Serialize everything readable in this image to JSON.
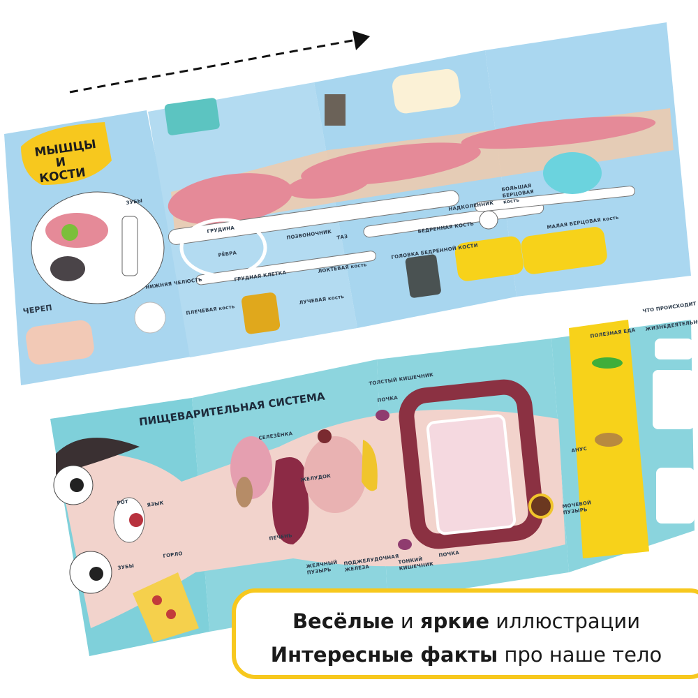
{
  "colors": {
    "page_blue": "#a9d6ef",
    "teal": "#63c7cf",
    "yellow": "#f7d21a",
    "skin": "#f2d3cc",
    "muscle": "#e58a98",
    "caption_border": "#f7c81e"
  },
  "direction_arrow": {
    "icon": "dashed-arrow-right-icon"
  },
  "top_book": {
    "title": "МЫШЦЫ И КОСТИ",
    "labels": {
      "teeth": "ЗУБЫ",
      "skull": "ЧЕРЕП",
      "lower_jaw": "НИЖНЯЯ ЧЕЛЮСТЬ",
      "sternum": "ГРУДИНА",
      "ribs": "РЁБРА",
      "spine": "ПОЗВОНОЧНИК",
      "pelvis": "ТАЗ",
      "rib_cage": "ГРУДНАЯ КЛЕТКА",
      "ulna": "ЛОКТЕВАЯ кость",
      "radius": "ЛУЧЕВАЯ кость",
      "humerus": "ПЛЕЧЕВАЯ кость",
      "femur": "БЕДРЕННАЯ КОСТЬ",
      "femur_head": "ГОЛОВКА БЕДРЕННОЙ КОСТИ",
      "kneecap": "НАДКОЛЕННИК",
      "tibia": "БОЛЬШАЯ БЕРЦОВАЯ кость",
      "fibula": "МАЛАЯ БЕРЦОВАЯ кость"
    }
  },
  "bottom_book": {
    "title": "ПИЩЕВАРИТЕЛЬНАЯ СИСТЕМА",
    "labels": {
      "mouth": "РОТ",
      "tongue": "ЯЗЫК",
      "throat": "ГОРЛО",
      "teeth": "ЗУБЫ",
      "spleen": "СЕЛЕЗЁНКА",
      "stomach": "ЖЕЛУДОК",
      "liver": "ПЕЧЕНЬ",
      "gallbladder": "ЖЕЛЧНЫЙ ПУЗЫРЬ",
      "pancreas": "ПОДЖЕЛУДОЧНАЯ ЖЕЛЕЗА",
      "kidney_top": "ПОЧКА",
      "kidney_bottom": "ПОЧКА",
      "large_intestine": "ТОЛСТЫЙ КИШЕЧНИК",
      "small_intestine": "ТОНКИЙ КИШЕЧНИК",
      "bladder": "МОЧЕВОЙ ПУЗЫРЬ",
      "anus": "АНУС",
      "healthy_food": "ПОЛЕЗНАЯ ЕДА",
      "waste_q_line1": "ЧТО ПРОИСХОДИТ С ПРОДУ",
      "waste_q_line2": "ЖИЗНЕДЕЯТЕЛЬНОСТИ?"
    }
  },
  "caption": {
    "line1": {
      "b1": "Весёлые",
      "t1": " и ",
      "b2": "яркие",
      "t2": " иллюстрации"
    },
    "line2": {
      "b1": "Интересные факты",
      "t1": " про наше тело"
    }
  }
}
